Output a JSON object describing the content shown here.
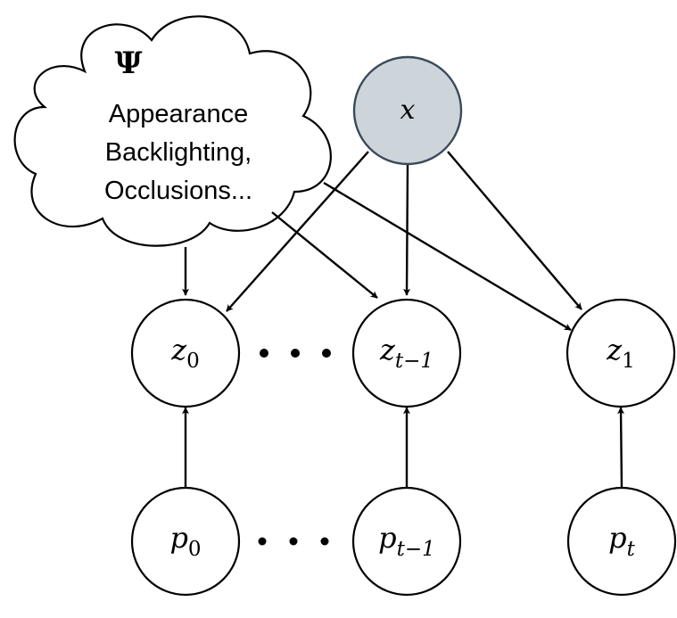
{
  "cloud": {
    "symbol": "Ψ",
    "lines": [
      "Appearance",
      "Backlighting,",
      "Occlusions..."
    ]
  },
  "nodes": {
    "x": {
      "base": "x",
      "sub": ""
    },
    "z0": {
      "base": "z",
      "sub": "0"
    },
    "zt1": {
      "base": "z",
      "sub": "t−1"
    },
    "z1": {
      "base": "z",
      "sub": "1"
    },
    "p0": {
      "base": "p",
      "sub": "0"
    },
    "pt1": {
      "base": "p",
      "sub": "t−1"
    },
    "pt": {
      "base": "p",
      "sub": "t"
    }
  },
  "colors": {
    "observed_fill": "#cdd4da",
    "observed_stroke": "#394a5a"
  }
}
